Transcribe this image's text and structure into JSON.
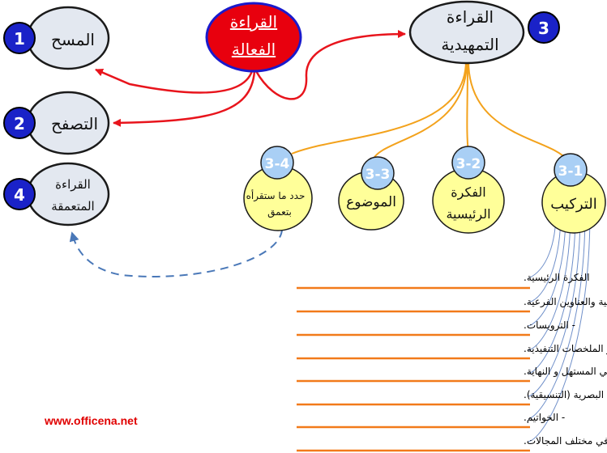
{
  "nodes": {
    "active_reading": {
      "line1": "القراءة",
      "line2": "الفعالة"
    },
    "skimming": {
      "label": "المسح",
      "badge": "1"
    },
    "browsing": {
      "label": "التصفح",
      "badge": "2"
    },
    "deep_reading": {
      "line1": "القراءة",
      "line2": "المتعمقة",
      "badge": "4"
    },
    "preliminary_reading": {
      "line1": "القراءة",
      "line2": "التمهيدية",
      "badge": "3"
    },
    "structure": {
      "label": "التركيب",
      "badge": "3-1"
    },
    "main_idea": {
      "line1": "الفكرة",
      "line2": "الرئيسية",
      "badge": "3-2"
    },
    "topic": {
      "label": "الموضوع",
      "badge": "3-3"
    },
    "decide_deep": {
      "line1": "حدد ما ستقرأه",
      "line2": "بتعمق",
      "badge": "3-4"
    }
  },
  "structure_items": [
    "الفكرة الرئيسية.",
    "- العناوين الرئيسية والعناوين الفرعية.",
    "- الترويسات.",
    "- المقتطفات والملخصات و الملخصات التنفيذية.",
    "- قصص أو حكايات في المستهل و النهاية.",
    "- المعلومات البصرية (التنسيقية).",
    "- الخواتيم.",
    "- التراكيب المستخدمة في مختلف المجالات."
  ],
  "watermark": "www.officena.net",
  "colors": {
    "active_fill": "#e8000e",
    "active_border": "#1a1acc",
    "node_fill": "#e3e8f0",
    "sub_fill": "#ffff99",
    "badge_dark": "#1a22c8",
    "badge_light": "#a9cff5",
    "arrow_red": "#e8141c",
    "connector_orange": "#f3a21c",
    "divider_orange": "#f27a1a",
    "dashed_blue": "#4a78b8"
  }
}
